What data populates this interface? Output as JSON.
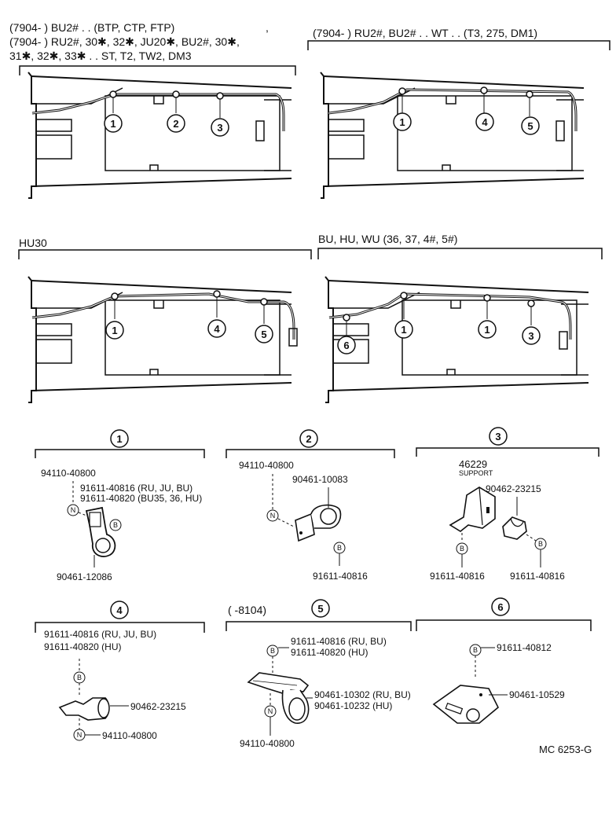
{
  "headers": {
    "panel_a_line1": "(7904-        ) BU2# . . (BTP, CTP, FTP)",
    "panel_a_comma": ",",
    "panel_a_line2": "(7904-        ) RU2#, 30✱, 32✱, JU20✱, BU2#, 30✱,",
    "panel_a_line3": "31✱, 32✱, 33✱ . . ST, T2, TW2, DM3",
    "panel_b": "(7904-        ) RU2#, BU2# . . WT . . (T3, 275, DM1)",
    "panel_c": "HU30",
    "panel_d": "BU, HU, WU (36, 37, 4#, 5#)"
  },
  "callouts": {
    "a": [
      "1",
      "2",
      "3"
    ],
    "b": [
      "1",
      "4",
      "5"
    ],
    "c": [
      "1",
      "4",
      "5"
    ],
    "d": [
      "6",
      "1",
      "1",
      "3"
    ]
  },
  "details": {
    "d1": {
      "num": "1",
      "p1": "94110-40800",
      "p2": "91611-40816 (RU, JU, BU)",
      "p3": "91611-40820 (BU35, 36, HU)",
      "p4": "90461-12086",
      "n": "N",
      "b": "B"
    },
    "d2": {
      "num": "2",
      "p1": "94110-40800",
      "p2": "90461-10083",
      "p3": "91611-40816",
      "n": "N",
      "b": "B"
    },
    "d3": {
      "num": "3",
      "p1": "46229",
      "p1_sub": "SUPPORT",
      "p2": "90462-23215",
      "p3": "91611-40816",
      "p4": "91611-40816",
      "b": "B"
    },
    "d4": {
      "num": "4",
      "p1": "91611-40816 (RU, JU, BU)",
      "p2": "91611-40820 (HU)",
      "p3": "90462-23215",
      "p4": "94110-40800",
      "n": "N",
      "b": "B"
    },
    "d5": {
      "num": "5",
      "prefix": "(        -8104)",
      "p1": "91611-40816 (RU, BU)",
      "p2": "91611-40820 (HU)",
      "p3": "90461-10302 (RU, BU)",
      "p4": "90461-10232 (HU)",
      "p5": "94110-40800",
      "n": "N",
      "b": "B"
    },
    "d6": {
      "num": "6",
      "p1": "91611-40812",
      "p2": "90461-10529",
      "b": "B"
    }
  },
  "footer": {
    "code": "MC 6253-G"
  }
}
